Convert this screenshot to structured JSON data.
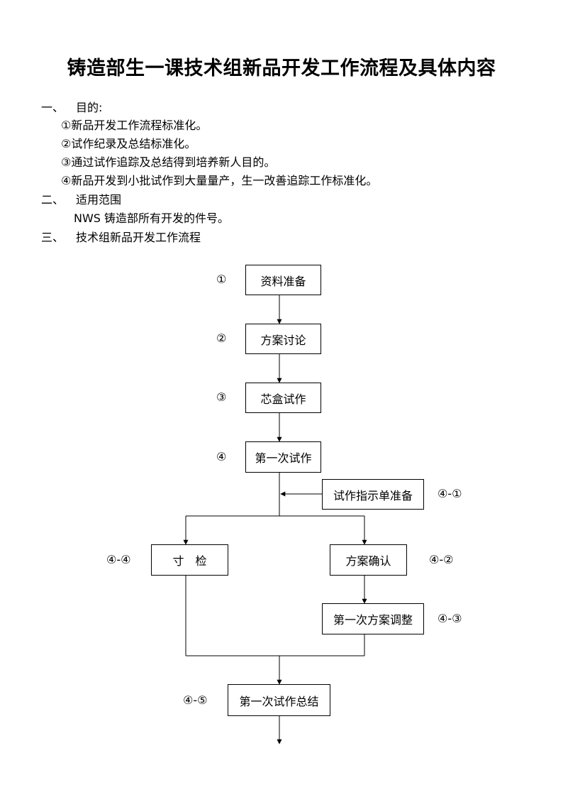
{
  "document": {
    "title": "铸造部生一课技术组新品开发工作流程及具体内容"
  },
  "sections": {
    "s1": {
      "num": "一、",
      "heading": "目的:",
      "items": [
        "①新品开发工作流程标准化。",
        "②试作纪录及总结标准化。",
        "③通过试作追踪及总结得到培养新人目的。",
        "④新品开发到小批试作到大量量产，生一改善追踪工作标准化。"
      ]
    },
    "s2": {
      "num": "二、",
      "heading": "适用范围",
      "body": "NWS 铸造部所有开发的件号。"
    },
    "s3": {
      "num": "三、",
      "heading": "技术组新品开发工作流程"
    }
  },
  "flowchart": {
    "steps": {
      "prep": {
        "label": "资料准备",
        "marker": "①"
      },
      "discuss": {
        "label": "方案讨论",
        "marker": "②"
      },
      "core": {
        "label": "芯盒试作",
        "marker": "③"
      },
      "trial1": {
        "label": "第一次试作",
        "marker": "④"
      },
      "instruction": {
        "label": "试作指示单准备",
        "marker": "④-①"
      },
      "confirm": {
        "label": "方案确认",
        "marker": "④-②"
      },
      "adjust": {
        "label": "第一次方案调整",
        "marker": "④-③"
      },
      "inspect": {
        "label": "寸　检",
        "marker": "④-④"
      },
      "summary": {
        "label": "第一次试作总结",
        "marker": "④-⑤"
      }
    }
  }
}
